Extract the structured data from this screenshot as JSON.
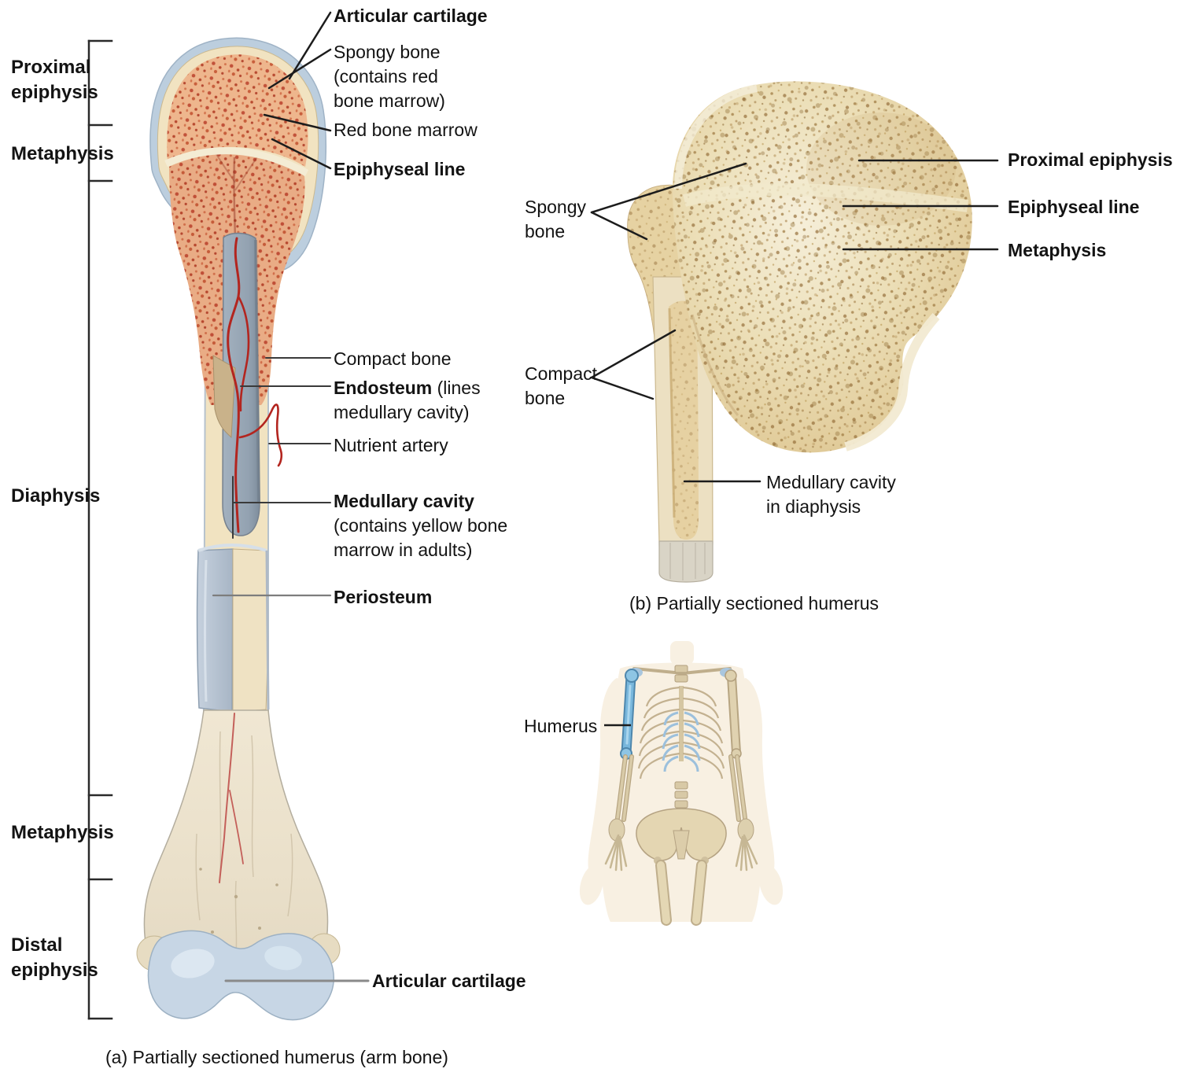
{
  "panel_a": {
    "caption": "(a) Partially sectioned humerus (arm bone)",
    "region_labels": {
      "proximal_epiphysis": "Proximal\nepiphysis",
      "metaphysis_upper": "Metaphysis",
      "diaphysis": "Diaphysis",
      "metaphysis_lower": "Metaphysis",
      "distal_epiphysis": "Distal\nepiphysis"
    },
    "part_labels": {
      "articular_cartilage_top": "Articular cartilage",
      "spongy_bone": "Spongy bone\n(contains red\nbone marrow)",
      "red_bone_marrow": "Red bone marrow",
      "epiphyseal_line": "Epiphyseal line",
      "compact_bone": "Compact bone",
      "endosteum_term": "Endosteum",
      "endosteum_rest": " (lines\nmedullary cavity)",
      "nutrient_artery": "Nutrient artery",
      "medullary_cavity_term": "Medullary cavity",
      "medullary_cavity_rest": "\n(contains yellow bone\nmarrow in adults)",
      "periosteum": "Periosteum",
      "articular_cartilage_bottom": "Articular cartilage"
    }
  },
  "panel_b": {
    "caption": "(b) Partially sectioned humerus",
    "labels": {
      "spongy_bone": "Spongy\nbone",
      "compact_bone": "Compact\nbone",
      "proximal_epiphysis": "Proximal epiphysis",
      "epiphyseal_line": "Epiphyseal line",
      "metaphysis": "Metaphysis",
      "medullary_cavity": "Medullary cavity\nin diaphysis"
    }
  },
  "skeleton": {
    "humerus_label": "Humerus"
  },
  "colors": {
    "spongy_bone": "#e0875f",
    "articular_cartilage": "#c7d6e5",
    "compact_bone": "#f1e3c1",
    "medullary_cavity": "#97a5b4",
    "nutrient_artery": "#b3251f",
    "photo_bone": "#e9d9ad",
    "humerus_highlight": "#79b7dc",
    "label_text": "#131313"
  }
}
